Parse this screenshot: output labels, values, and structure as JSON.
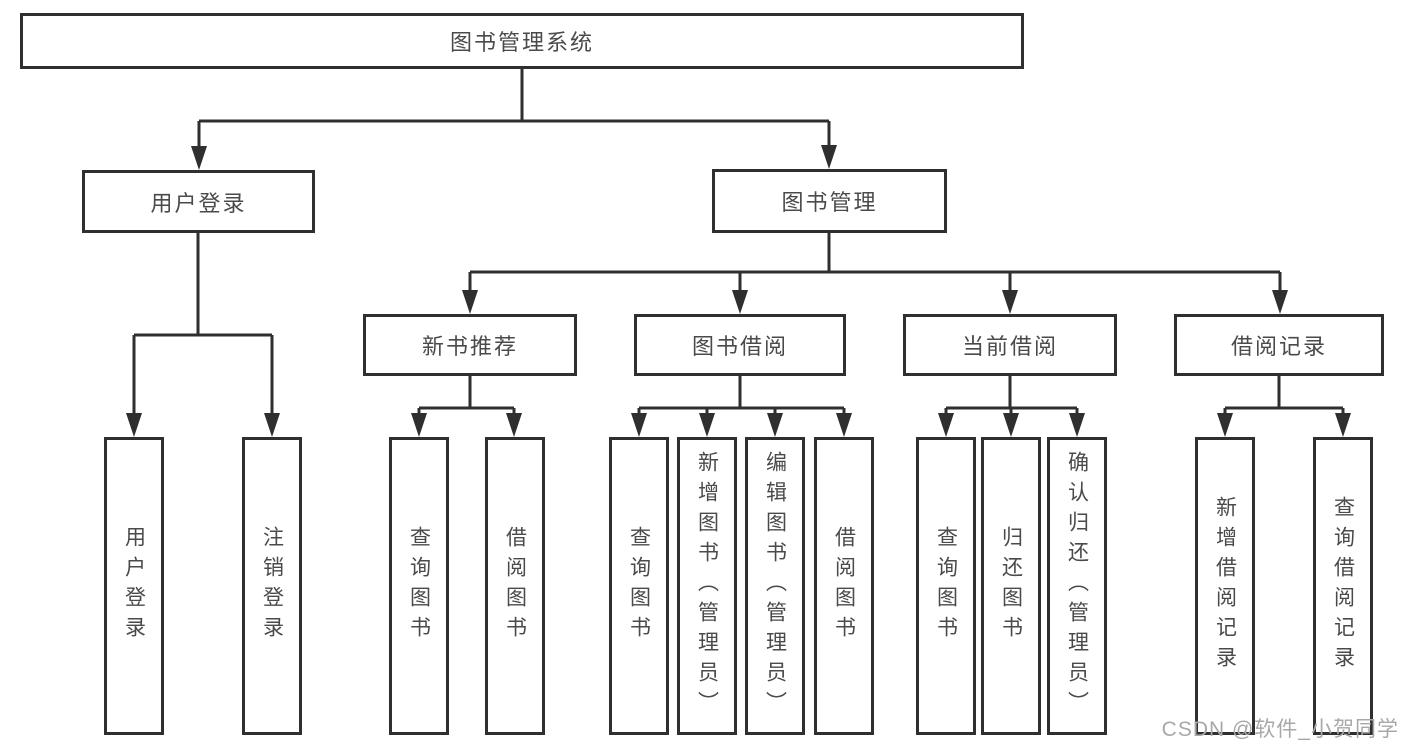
{
  "diagram": {
    "type": "hierarchy-tree",
    "colors": {
      "line": "#2f2f2f",
      "box_border": "#2f2f2f",
      "box_background": "#ffffff",
      "text": "#4a4a4a",
      "watermark": "#a8a8a8",
      "page_background": "#ffffff"
    }
  },
  "tree": {
    "label": "图书管理系统",
    "children": [
      {
        "label": "用户登录",
        "children": [
          {
            "label": "用户登录"
          },
          {
            "label": "注销登录"
          }
        ]
      },
      {
        "label": "图书管理",
        "children": [
          {
            "label": "新书推荐",
            "children": [
              {
                "label": "查询图书"
              },
              {
                "label": "借阅图书"
              }
            ]
          },
          {
            "label": "图书借阅",
            "children": [
              {
                "label": "查询图书"
              },
              {
                "label": "新增图书（管理员）"
              },
              {
                "label": "编辑图书（管理员）"
              },
              {
                "label": "借阅图书"
              }
            ]
          },
          {
            "label": "当前借阅",
            "children": [
              {
                "label": "查询图书"
              },
              {
                "label": "归还图书"
              },
              {
                "label": "确认归还（管理员）"
              }
            ]
          },
          {
            "label": "借阅记录",
            "children": [
              {
                "label": "新增借阅记录"
              },
              {
                "label": "查询借阅记录"
              }
            ]
          }
        ]
      }
    ]
  },
  "watermark": {
    "text": "CSDN @软件_小贺同学"
  }
}
